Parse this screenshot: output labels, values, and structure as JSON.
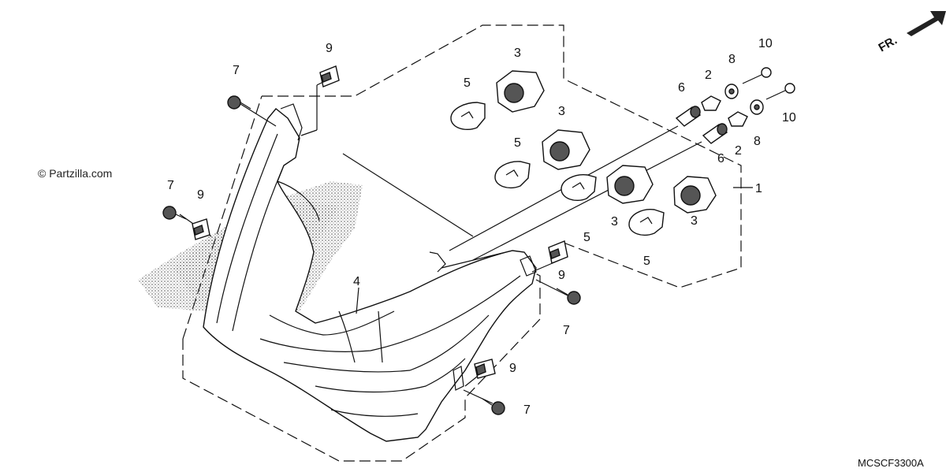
{
  "watermark": "© Partzilla.com",
  "diagram_code": "MCSCF3300A",
  "direction_label": "FR.",
  "callouts": {
    "c1": "1",
    "c2a": "2",
    "c2b": "2",
    "c3a": "3",
    "c3b": "3",
    "c3c": "3",
    "c3d": "3",
    "c4": "4",
    "c5a": "5",
    "c5b": "5",
    "c5c": "5",
    "c5d": "5",
    "c6a": "6",
    "c6b": "6",
    "c7a": "7",
    "c7b": "7",
    "c7c": "7",
    "c7d": "7",
    "c8a": "8",
    "c8b": "8",
    "c9a": "9",
    "c9b": "9",
    "c9c": "9",
    "c9d": "9",
    "c10a": "10",
    "c10b": "10"
  }
}
